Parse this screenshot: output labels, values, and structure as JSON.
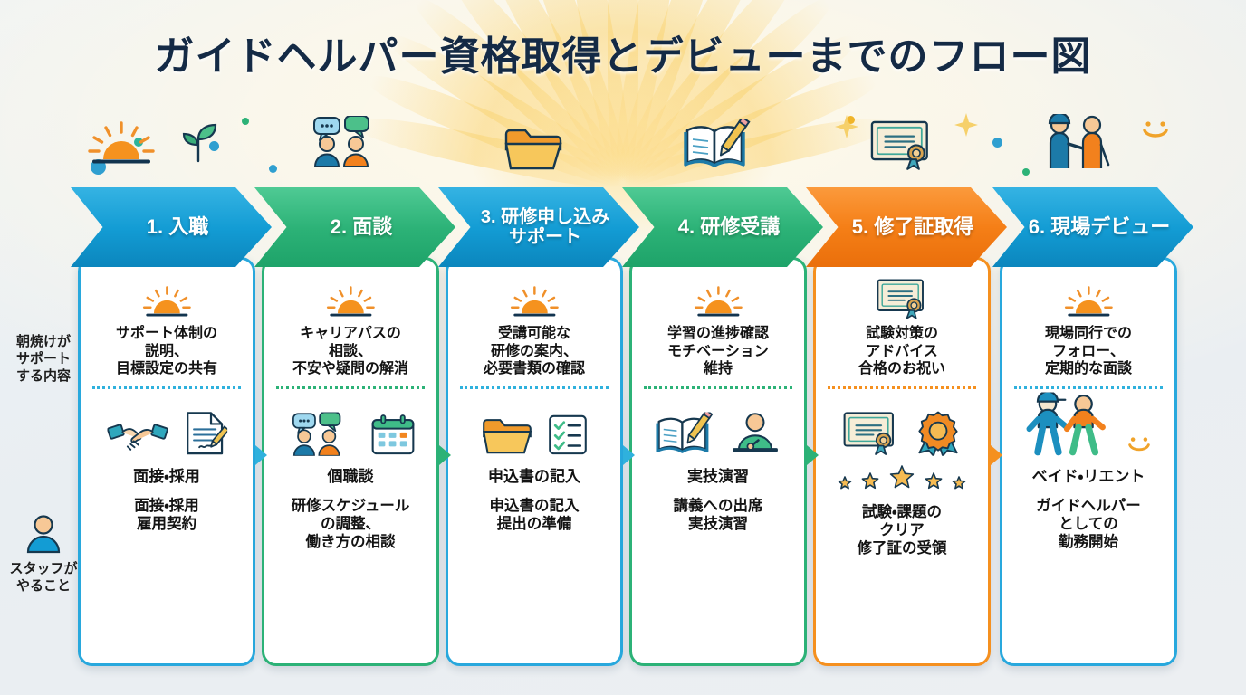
{
  "title": "ガイドヘルパー資格取得とデビューまでのフロー図",
  "legend": {
    "support_label": "朝焼けが\nサポート\nする内容",
    "staff_label": "スタッフが\nやること",
    "staff_icon": "person-icon"
  },
  "colors": {
    "blue": "#139cd4",
    "green": "#2cb277",
    "orange": "#f57f17",
    "title": "#142a45",
    "background": "#eef2f5"
  },
  "steps": [
    {
      "number": "1.",
      "arrow_label": "1. 入職",
      "color": "blue",
      "top_icons": [
        "sunrise-icon",
        "sprout-icon"
      ],
      "support_icon": "sunrise-icon",
      "support_text": "サポート体制の\n説明、\n目標設定の共有",
      "staff_icons": [
        "handshake-icon",
        "contract-document-icon"
      ],
      "staff_head": "面接・採用",
      "staff_body": "面接・採用\n雇用契約"
    },
    {
      "number": "2.",
      "arrow_label": "2. 面談",
      "color": "green",
      "top_icons": [
        "people-chat-icon"
      ],
      "support_icon": "sunrise-icon",
      "support_text": "キャリアパスの\n相談、\n不安や疑問の解消",
      "staff_icons": [
        "people-chat-icon",
        "calendar-icon"
      ],
      "staff_head": "個職談",
      "staff_body": "研修スケジュール\nの調整、\n働き方の相談"
    },
    {
      "number": "3.",
      "arrow_label": "3. 研修申し込み\nサポート",
      "color": "blue",
      "top_icons": [
        "folder-icon"
      ],
      "support_icon": "sunrise-icon",
      "support_text": "受講可能な\n研修の案内、\n必要書類の確認",
      "staff_icons": [
        "folder-icon",
        "checklist-icon"
      ],
      "staff_head": "申込書の記入",
      "staff_body": "申込書の記入\n提出の準備"
    },
    {
      "number": "4.",
      "arrow_label": "4. 研修受講",
      "color": "green",
      "top_icons": [
        "book-pencil-icon"
      ],
      "support_icon": "sunrise-icon",
      "support_text": "学習の進捗確認\nモチベーション\n維持",
      "staff_icons": [
        "book-pencil-icon",
        "student-writing-icon"
      ],
      "staff_head": "実技演習",
      "staff_body": "講義への出席\n実技演習"
    },
    {
      "number": "5.",
      "arrow_label": "5. 修了証取得",
      "color": "orange",
      "top_icons": [
        "certificate-icon",
        "sparkle-icon"
      ],
      "support_icon": "certificate-icon",
      "support_text": "試験対策の\nアドバイス\n合格のお祝い",
      "staff_icons": [
        "certificate-icon",
        "award-rosette-icon"
      ],
      "staff_rating": "stars-icon",
      "staff_head": "",
      "staff_body": "試験・課題の\nクリア\n修了証の受領"
    },
    {
      "number": "6.",
      "arrow_label": "6. 現場デビュー",
      "color": "blue",
      "top_icons": [
        "guide-and-user-icon",
        "smile-icon"
      ],
      "support_icon": "sunrise-icon",
      "support_text": "現場同行での\nフォロー、\n定期的な面談",
      "staff_icons": [
        "walking-pair-icon",
        "smile-icon"
      ],
      "staff_head": "ベイド・リエント",
      "staff_body": "ガイドヘルパー\nとしての\n勤務開始"
    }
  ]
}
